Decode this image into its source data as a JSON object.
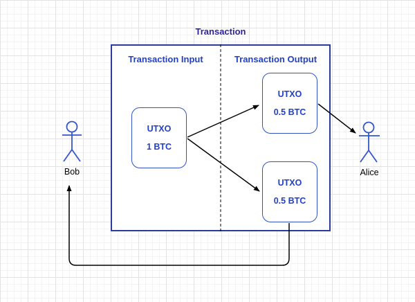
{
  "diagram": {
    "title": "Transaction",
    "sections": {
      "input_label": "Transaction Input",
      "output_label": "Transaction Output"
    },
    "utxo_input": {
      "name": "UTXO",
      "amount": "1 BTC"
    },
    "utxo_output_top": {
      "name": "UTXO",
      "amount": "0.5 BTC"
    },
    "utxo_output_bottom": {
      "name": "UTXO",
      "amount": "0.5 BTC"
    },
    "actors": {
      "sender": "Bob",
      "receiver": "Alice"
    },
    "flows": [
      {
        "from": "utxo_input",
        "to": "utxo_output_top"
      },
      {
        "from": "utxo_input",
        "to": "utxo_output_bottom"
      },
      {
        "from": "utxo_output_top",
        "to": "Alice"
      },
      {
        "from": "utxo_output_bottom",
        "to": "Bob"
      }
    ],
    "colors": {
      "title": "#2d239e",
      "section_label": "#2140c8",
      "utxo_border": "#3050c8",
      "utxo_text": "#2140c8",
      "container_border": "#2b3a9e",
      "figure": "#3355cc",
      "arrow": "#000000"
    }
  }
}
